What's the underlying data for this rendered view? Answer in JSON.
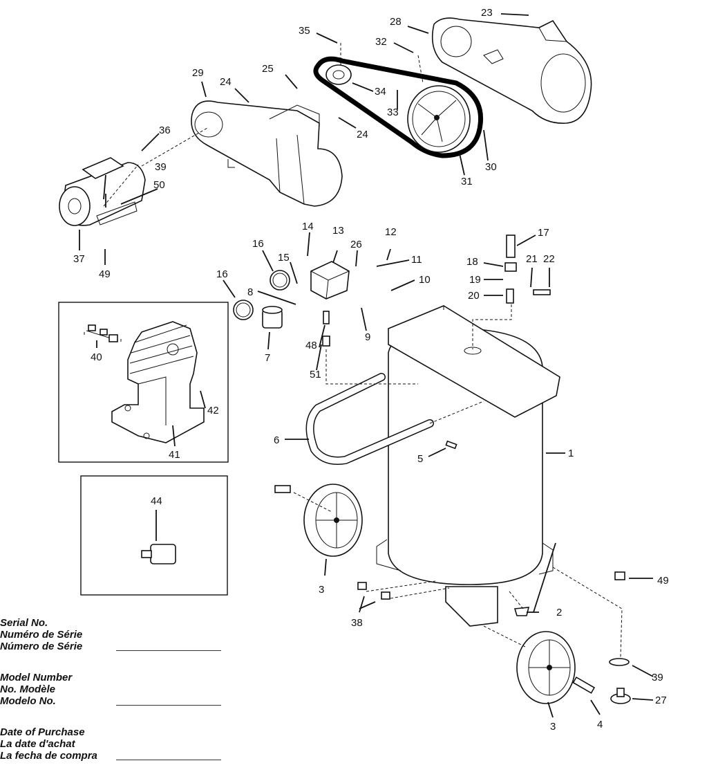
{
  "callouts": [
    "1",
    "2",
    "3",
    "3",
    "4",
    "5",
    "6",
    "7",
    "8",
    "9",
    "10",
    "11",
    "12",
    "13",
    "14",
    "15",
    "16",
    "16",
    "17",
    "18",
    "19",
    "20",
    "21",
    "22",
    "23",
    "24",
    "24",
    "25",
    "26",
    "27",
    "28",
    "29",
    "30",
    "31",
    "32",
    "33",
    "34",
    "35",
    "36",
    "37",
    "38",
    "39",
    "39",
    "40",
    "41",
    "42",
    "44",
    "48",
    "49",
    "49",
    "50",
    "51"
  ],
  "records": {
    "serial": [
      "Serial No.",
      "Numéro de Série",
      "Número de Série"
    ],
    "model": [
      "Model Number",
      "No. Modèle",
      "Modelo No."
    ],
    "purchase": [
      "Date of Purchase",
      "La date d'achat",
      "La fecha de compra"
    ]
  }
}
